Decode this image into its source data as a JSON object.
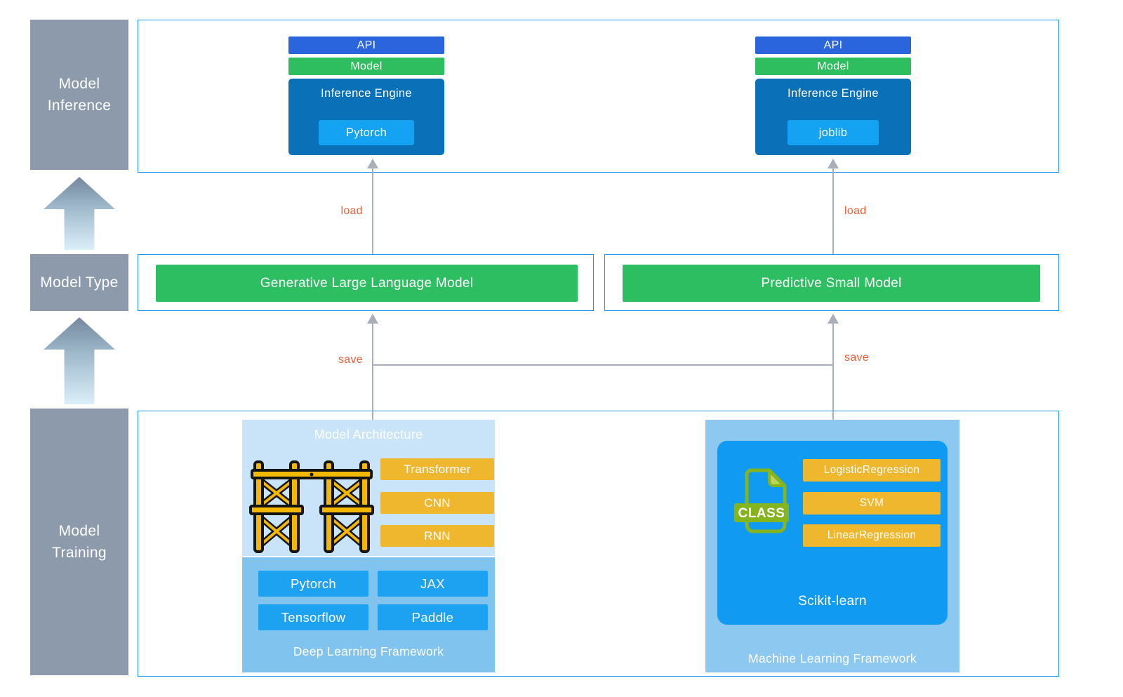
{
  "stages": [
    {
      "label": "Model Inference"
    },
    {
      "label": "Model Type"
    },
    {
      "label": "Model Training"
    }
  ],
  "inference": {
    "left_stack": {
      "api": "API",
      "model": "Model",
      "engine": "Inference Engine",
      "runtime": "Pytorch"
    },
    "right_stack": {
      "api": "API",
      "model": "Model",
      "engine": "Inference Engine",
      "runtime": "joblib"
    }
  },
  "model_type": {
    "generative": "Generative Large Language Model",
    "predictive": "Predictive Small Model"
  },
  "connectors": {
    "load_left": "load",
    "load_right": "load",
    "save_left": "save",
    "save_right": "save"
  },
  "training": {
    "architecture": {
      "title": "Model Architecture",
      "items": [
        "Transformer",
        "CNN",
        "RNN"
      ]
    },
    "deep_learning": {
      "caption": "Deep Learning Framework",
      "frameworks": [
        "Pytorch",
        "JAX",
        "Tensorflow",
        "Paddle"
      ]
    },
    "machine_learning": {
      "caption": "Machine Learning Framework",
      "library": "Scikit-learn",
      "file_badge": "CLASS",
      "algorithms": [
        "LogisticRegression",
        "SVM",
        "LinearRegression"
      ]
    }
  },
  "colors": {
    "frame_border": "#1E96F3",
    "stage_gray": "#8C9AAB",
    "api_blue": "#2B65DD",
    "model_green": "#2FBE5F",
    "engine_blue": "#0A70B8",
    "runtime_blue": "#14A3F3",
    "pill_green": "#2EBE62",
    "edge_orange": "#E8633C",
    "connector_gray": "#A8AFB9",
    "arch_light_blue": "#C9E4F8",
    "dl_blue": "#80C3EE",
    "ml_blue": "#8CC8EF",
    "sk_blue": "#119AF2",
    "accent_yellow": "#EFB72D",
    "class_green": "#84B41E"
  }
}
